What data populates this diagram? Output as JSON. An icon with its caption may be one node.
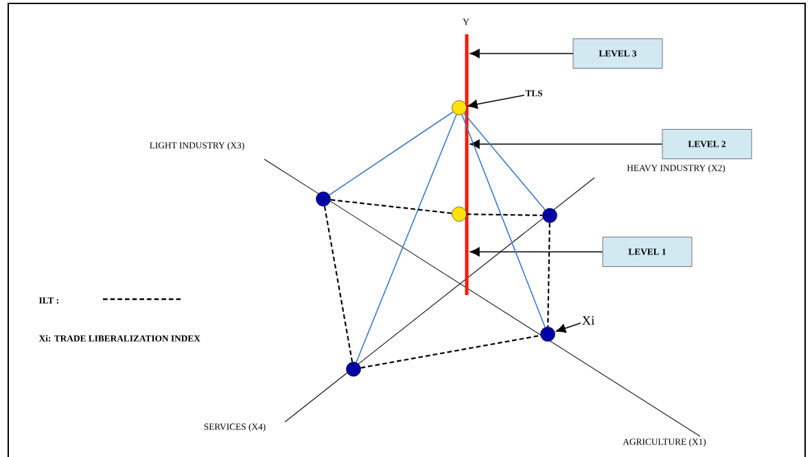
{
  "diagram": {
    "nodes": [
      {
        "text": [],
        "shape": "bar"
      },
      {
        "text": [
          "LEVEL 3"
        ]
      },
      {
        "text": [
          "LEVEL 2"
        ]
      },
      {
        "text": [
          "LEVEL 1"
        ]
      },
      {
        "text": [
          "TLS"
        ]
      },
      {
        "text": [],
        "shape": "circle"
      },
      {
        "text": [],
        "shape": "circle"
      },
      {
        "text": [],
        "shape": "circle"
      },
      {
        "text": [],
        "shape": "circle"
      },
      {
        "text": [],
        "shape": "circle"
      },
      {
        "text": [],
        "shape": "circle"
      },
      {
        "text": [
          "Xi"
        ]
      }
    ],
    "edges": [
      {
        "from": 1,
        "to": 0,
        "arrow": "to"
      },
      {
        "from": 2,
        "to": 0,
        "arrow": "to"
      },
      {
        "from": 3,
        "to": 0,
        "arrow": "to"
      },
      {
        "from": 4,
        "to": 5,
        "arrow": "to"
      },
      {
        "from": 11,
        "to": 9,
        "arrow": "to"
      },
      {
        "from": 5,
        "to": 7,
        "arrow": "none",
        "color": "#3b78c8"
      },
      {
        "from": 5,
        "to": 8,
        "arrow": "none",
        "color": "#3b78c8"
      },
      {
        "from": 5,
        "to": 9,
        "arrow": "none",
        "color": "#3b78c8"
      },
      {
        "from": 5,
        "to": 10,
        "arrow": "none",
        "color": "#3b78c8"
      },
      {
        "from": 7,
        "to": 6,
        "arrow": "none",
        "style": "dashed"
      },
      {
        "from": 6,
        "to": 8,
        "arrow": "none",
        "style": "dashed"
      },
      {
        "from": 7,
        "to": 10,
        "arrow": "none",
        "style": "dashed"
      },
      {
        "from": 8,
        "to": 9,
        "arrow": "none",
        "style": "dashed"
      },
      {
        "from": 10,
        "to": 9,
        "arrow": "none",
        "style": "dashed"
      }
    ],
    "labels": [
      "Y",
      "LIGHT INDUSTRY (X3)",
      "HEAVY INDUSTRY (X2)",
      "Xi: TRADE LIBERALIZATION INDEX",
      "SERVICES (X4)",
      "AGRICULTURE (X1)"
    ],
    "legend": [
      {
        "text": "ILT :"
      }
    ]
  }
}
